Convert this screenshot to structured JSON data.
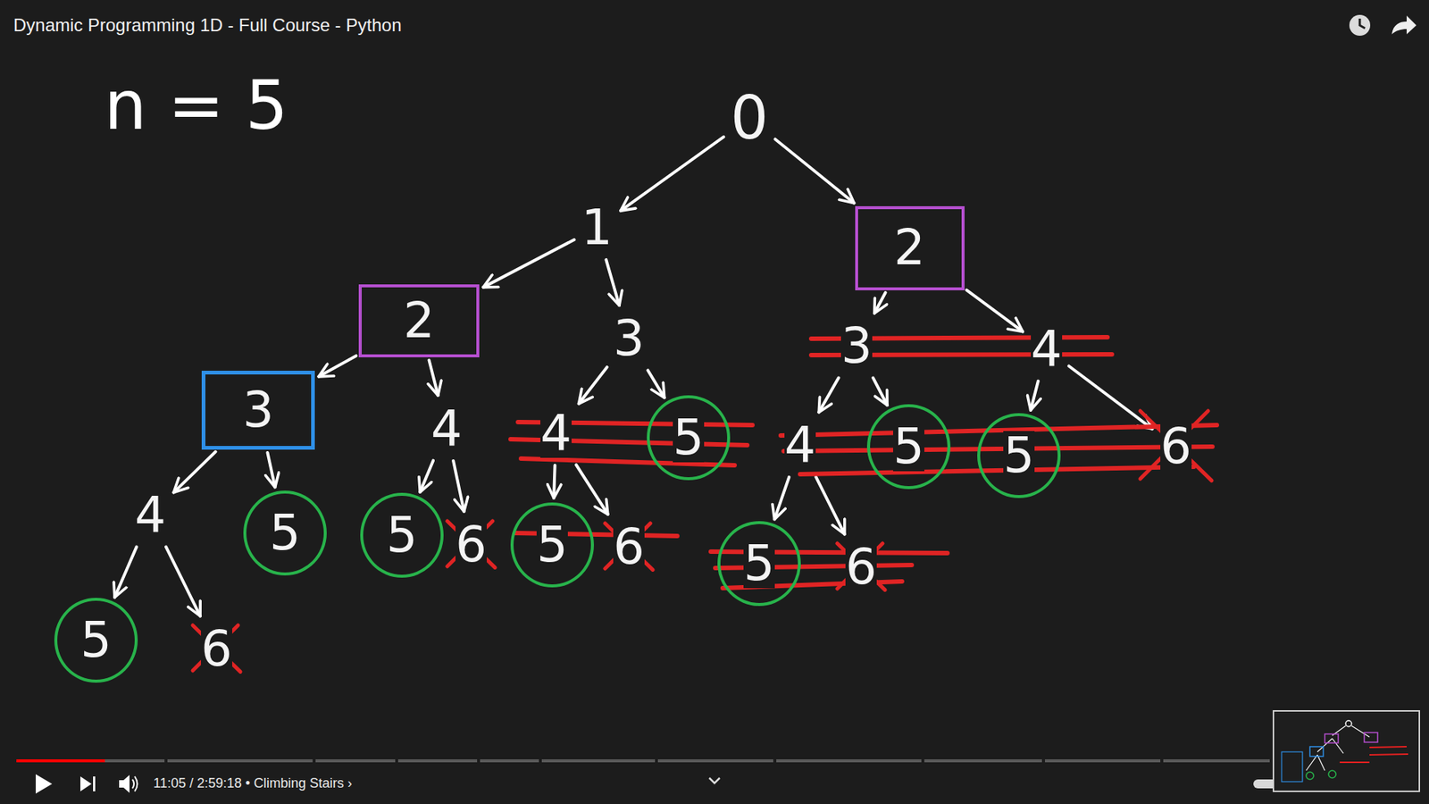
{
  "diagram": {
    "title": "Dynamic Programming 1D - Full Course - Python",
    "nodes": [
      {
        "text": [
          "0"
        ]
      },
      {
        "text": [
          "1"
        ]
      },
      {
        "text": [
          "2"
        ]
      },
      {
        "text": [
          "2"
        ]
      },
      {
        "text": [
          "3"
        ]
      },
      {
        "text": [
          "3"
        ]
      },
      {
        "text": [
          "4"
        ]
      },
      {
        "text": [
          "3"
        ]
      },
      {
        "text": [
          "4"
        ]
      },
      {
        "text": [
          "4"
        ]
      },
      {
        "text": [
          "5"
        ]
      },
      {
        "text": [
          "4"
        ]
      },
      {
        "text": [
          "5"
        ]
      },
      {
        "text": [
          "5"
        ]
      },
      {
        "text": [
          "6"
        ]
      },
      {
        "text": [
          "4"
        ]
      },
      {
        "text": [
          "5"
        ]
      },
      {
        "text": [
          "5"
        ]
      },
      {
        "text": [
          "6"
        ]
      },
      {
        "text": [
          "5"
        ]
      },
      {
        "text": [
          "6"
        ]
      },
      {
        "text": [
          "5"
        ]
      },
      {
        "text": [
          "6"
        ]
      },
      {
        "text": [
          "5"
        ]
      },
      {
        "text": [
          "6"
        ]
      }
    ],
    "edges": [
      {
        "from": 0,
        "to": 1,
        "arrow": "to"
      },
      {
        "from": 0,
        "to": 2,
        "arrow": "to"
      },
      {
        "from": 1,
        "to": 3,
        "arrow": "to"
      },
      {
        "from": 1,
        "to": 4,
        "arrow": "to"
      },
      {
        "from": 2,
        "to": 5,
        "arrow": "to"
      },
      {
        "from": 2,
        "to": 6,
        "arrow": "to"
      },
      {
        "from": 3,
        "to": 7,
        "arrow": "to"
      },
      {
        "from": 3,
        "to": 8,
        "arrow": "to"
      },
      {
        "from": 4,
        "to": 9,
        "arrow": "to"
      },
      {
        "from": 4,
        "to": 10,
        "arrow": "to"
      },
      {
        "from": 5,
        "to": 11,
        "arrow": "to"
      },
      {
        "from": 5,
        "to": 12,
        "arrow": "to"
      },
      {
        "from": 6,
        "to": 13,
        "arrow": "to"
      },
      {
        "from": 6,
        "to": 14,
        "arrow": "to"
      },
      {
        "from": 7,
        "to": 15,
        "arrow": "to"
      },
      {
        "from": 7,
        "to": 16,
        "arrow": "to"
      },
      {
        "from": 8,
        "to": 17,
        "arrow": "to"
      },
      {
        "from": 8,
        "to": 18,
        "arrow": "to"
      },
      {
        "from": 9,
        "to": 19,
        "arrow": "to"
      },
      {
        "from": 9,
        "to": 20,
        "arrow": "to"
      },
      {
        "from": 11,
        "to": 21,
        "arrow": "to"
      },
      {
        "from": 11,
        "to": 22,
        "arrow": "to"
      },
      {
        "from": 15,
        "to": 23,
        "arrow": "to"
      },
      {
        "from": 15,
        "to": 24,
        "arrow": "to"
      }
    ],
    "labels": [
      "n = 5",
      "11:05 / 2:59:18 • Climbing Stairs ›"
    ]
  }
}
